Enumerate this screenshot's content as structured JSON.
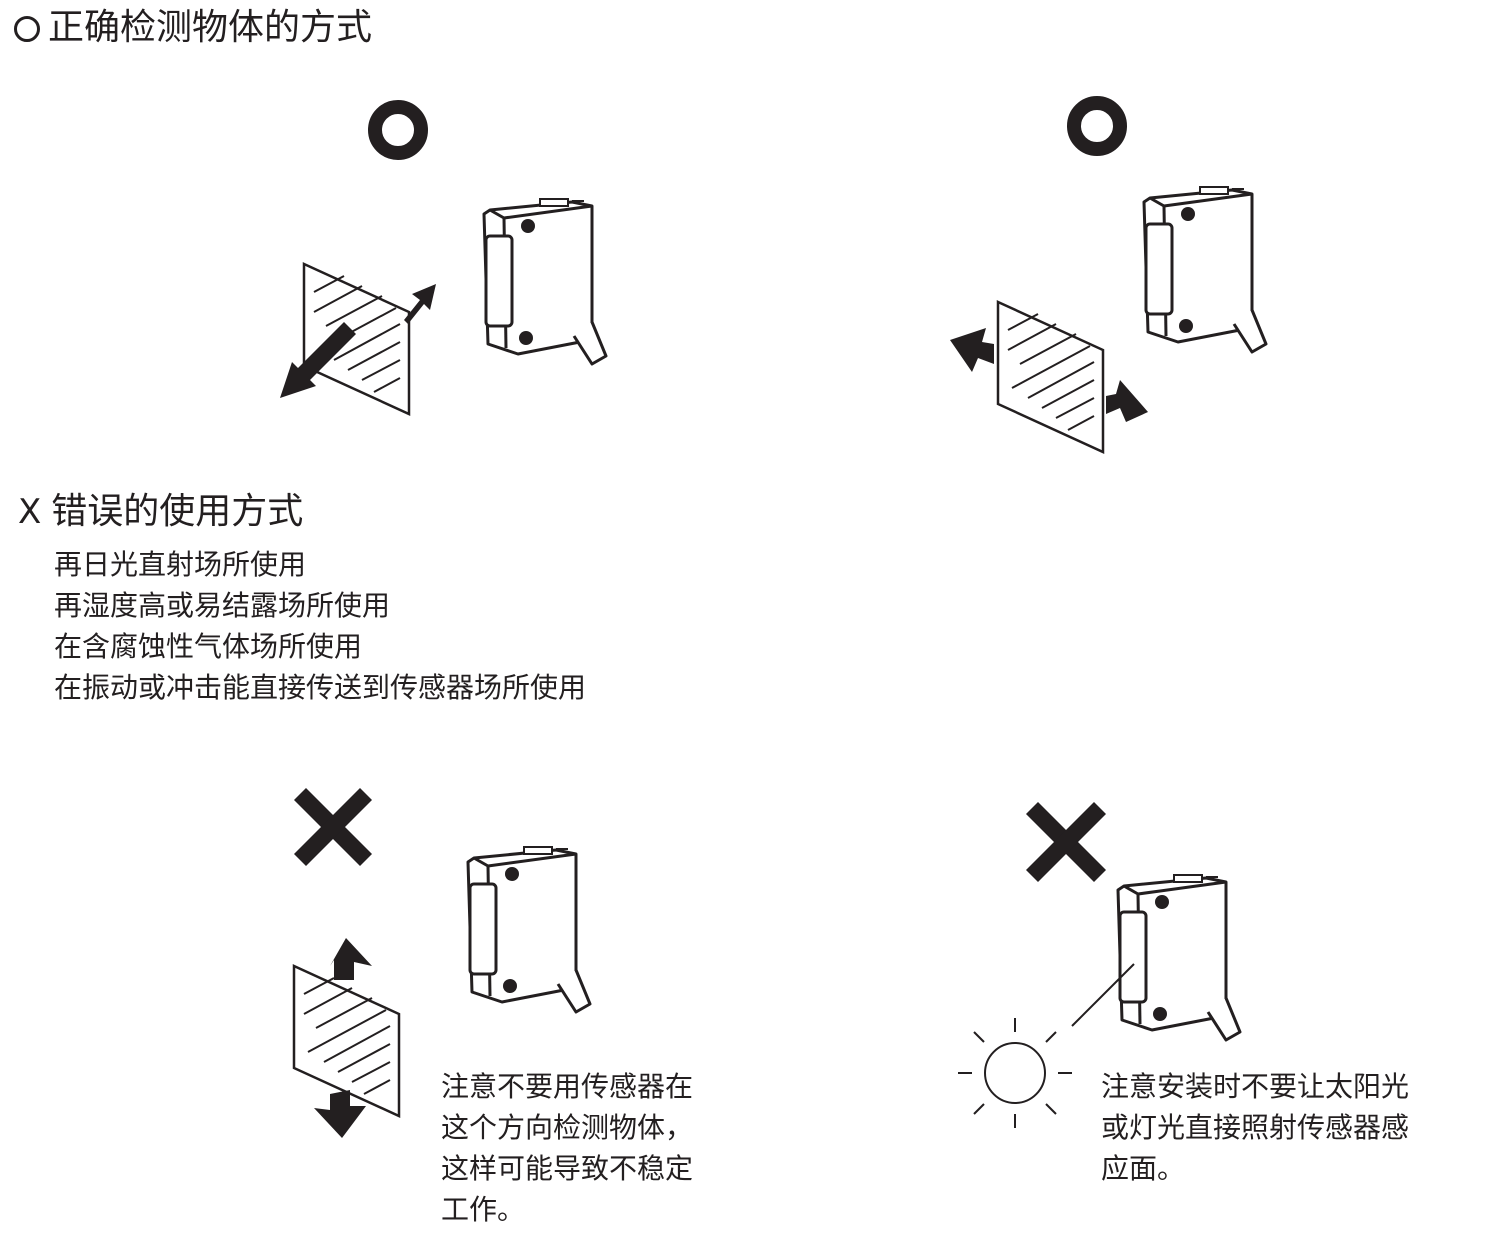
{
  "sections": {
    "correct": {
      "title": "正确检测物体的方式",
      "symbol": "circle"
    },
    "wrong": {
      "title": "错误的使用方式",
      "symbol": "X",
      "items": [
        "再日光直射场所使用",
        "再湿度高或易结露场所使用",
        "在含腐蚀性气体场所使用",
        "在振动或冲击能直接传送到传感器场所使用"
      ]
    }
  },
  "figures": {
    "correct_1": {
      "verdict": "ok-icon",
      "motion": "diagonal-arrows-icon"
    },
    "correct_2": {
      "verdict": "ok-icon",
      "motion": "horizontal-arrows-icon"
    },
    "wrong_1": {
      "verdict": "ng-icon",
      "motion": "vertical-arrows-icon",
      "note_lines": [
        "注意不要用传感器在",
        "这个方向检测物体，",
        "这样可能导致不稳定",
        "工作。"
      ]
    },
    "wrong_2": {
      "verdict": "ng-icon",
      "light": "sun-icon",
      "note_lines": [
        "注意安装时不要让太阳光",
        "或灯光直接照射传感器感",
        "应面。"
      ]
    }
  },
  "colors": {
    "ink": "#231f20",
    "background": "#ffffff"
  }
}
